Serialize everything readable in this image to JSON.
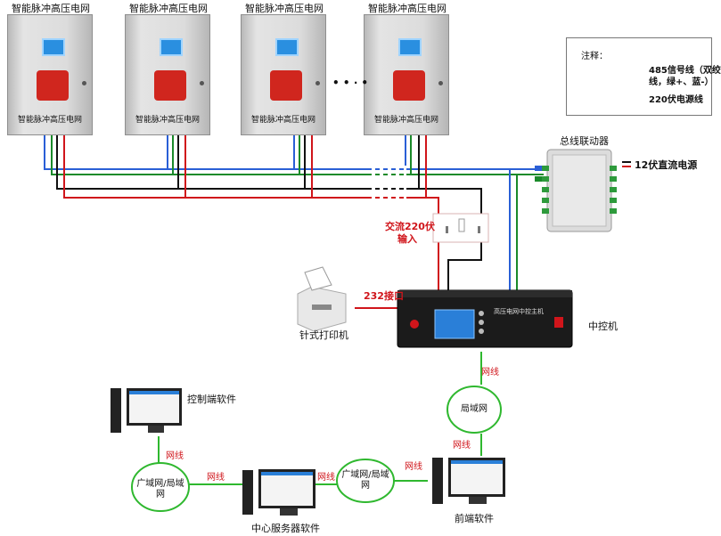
{
  "cabinets": {
    "title": "智能脉冲高压电网",
    "panel_label": "智能脉冲高压电网",
    "ellipsis": "• • ∙ •"
  },
  "legend": {
    "title": "注释：",
    "signal_line": "485信号线（双绞线，绿+、蓝-）",
    "signal_line_1": "485信号线（双绞",
    "signal_line_2": "线，绿+、蓝-）",
    "power_line": "220伏电源线"
  },
  "bus_linker": {
    "label": "总线联动器",
    "power_label": "12伏直流电源"
  },
  "ac_input": {
    "label_1": "交流220伏",
    "label_2": "输入"
  },
  "printer": {
    "label": "针式打印机",
    "port_label": "232接口"
  },
  "controller": {
    "label": "中控机",
    "panel_text": "高压电网中控主机"
  },
  "network": {
    "cable_label": "网线",
    "lan": "局域网",
    "wan_lan_1": "广域网/局域",
    "wan_lan_2": "网"
  },
  "software": {
    "control_client": "控制端软件",
    "center_server": "中心服务器软件",
    "front_end": "前端软件"
  },
  "colors": {
    "green": "#1a8a2a",
    "blue": "#2a5fd6",
    "black": "#111111",
    "red": "#d0151b",
    "ellipse_stroke": "#2fb82f"
  }
}
